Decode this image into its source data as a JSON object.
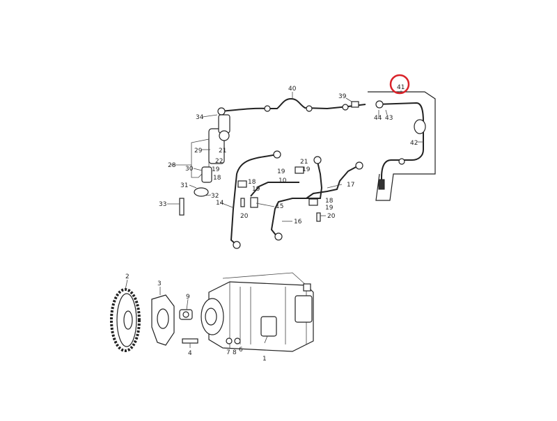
{
  "diagram": {
    "highlight_color": "#d9232a",
    "highlighted_label": "41",
    "labels": {
      "l1": "1",
      "l2": "2",
      "l3": "3",
      "l4": "4",
      "l6": "6",
      "l7": "7",
      "l8": "8",
      "l9": "9",
      "l10": "10",
      "l14": "14",
      "l15": "15",
      "l16": "16",
      "l17": "17",
      "l18a": "18",
      "l18b": "18",
      "l18c": "18",
      "l19a": "19",
      "l19b": "19",
      "l19c": "19",
      "l19d": "19",
      "l19e": "19",
      "l20a": "20",
      "l20b": "20",
      "l21a": "21",
      "l21b": "21",
      "l22": "22",
      "l28": "28",
      "l29": "29",
      "l30": "30",
      "l31": "31",
      "l32": "32",
      "l33": "33",
      "l34": "34",
      "l39": "39",
      "l40": "40",
      "l41": "41",
      "l42": "42",
      "l43": "43",
      "l44": "44"
    }
  }
}
